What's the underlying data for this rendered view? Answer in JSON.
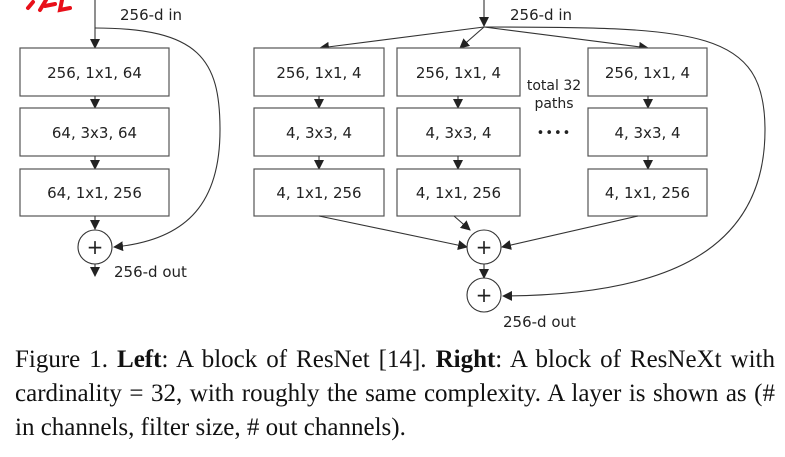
{
  "left_block": {
    "input_label": "256-d in",
    "layers": [
      "256, 1x1, 64",
      "64, 3x3, 64",
      "64, 1x1, 256"
    ],
    "sum_symbol": "+",
    "output_label": "256-d out"
  },
  "right_block": {
    "input_label": "256-d in",
    "paths": [
      [
        "256, 1x1, 4",
        "4, 3x3, 4",
        "4, 1x1, 256"
      ],
      [
        "256, 1x1, 4",
        "4, 3x3, 4",
        "4, 1x1, 256"
      ],
      [
        "256, 1x1, 4",
        "4, 3x3, 4",
        "4, 1x1, 256"
      ]
    ],
    "paths_note_line1": "total 32",
    "paths_note_line2": "paths",
    "ellipsis": "••••",
    "sum_symbol": "+",
    "output_label": "256-d out"
  },
  "caption": {
    "prefix": "Figure 1. ",
    "left_bold": "Left",
    "left_text": ":  A block of ResNet [14].  ",
    "right_bold": "Right",
    "right_text": ":  A block of ResNeXt with cardinality = 32, with roughly the same complexity. A layer is shown as (# in channels, filter size, # out channels)."
  },
  "colors": {
    "annotation": "#e8101a"
  }
}
